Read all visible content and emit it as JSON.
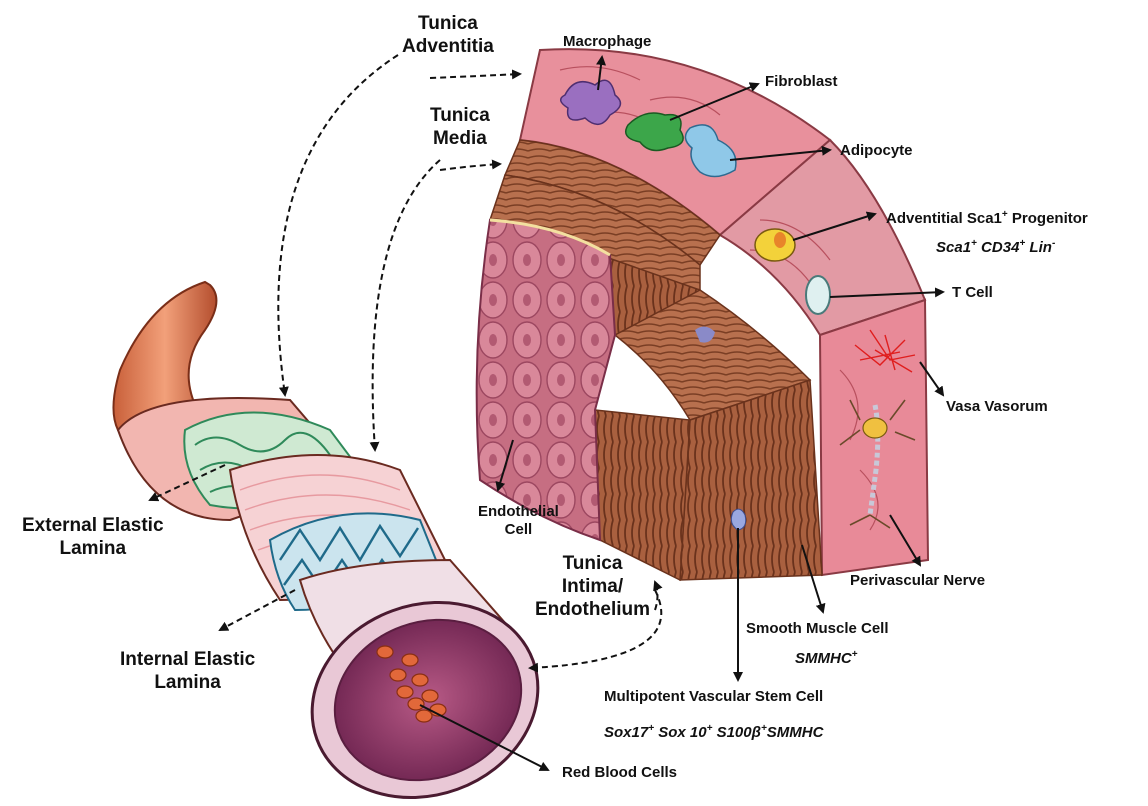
{
  "labels": {
    "tunica_adventitia": [
      "Tunica",
      "Adventitia"
    ],
    "tunica_media": [
      "Tunica",
      "Media"
    ],
    "tunica_intima": [
      "Tunica",
      "Intima/",
      "Endothelium"
    ],
    "external_elastic_lamina": [
      "External Elastic",
      "Lamina"
    ],
    "internal_elastic_lamina": [
      "Internal Elastic",
      "Lamina"
    ],
    "endothelial_cell": [
      "Endothelial",
      "Cell"
    ],
    "macrophage": "Macrophage",
    "fibroblast": "Fibroblast",
    "adipocyte": "Adipocyte",
    "adventitial_progenitor": {
      "text": "Adventitial Sca1",
      "sup": "+",
      "suffix": " Progenitor"
    },
    "progenitor_markers": {
      "a": "Sca1",
      "a_sup": "+",
      "b": " CD34",
      "b_sup": "+",
      "c": " Lin",
      "c_sup": "-"
    },
    "t_cell": "T Cell",
    "vasa_vasorum": "Vasa Vasorum",
    "perivascular_nerve": "Perivascular Nerve",
    "smooth_muscle_cell": "Smooth Muscle Cell",
    "smmhc": {
      "text": "SMMHC",
      "sup": "+"
    },
    "mvsc": "Multipotent Vascular Stem Cell",
    "mvsc_markers": {
      "a": "Sox17",
      "a_sup": "+",
      "b": " Sox 10",
      "b_sup": "+",
      "c": " S100β",
      "c_sup": "+",
      "d": "SMMHC"
    },
    "red_blood_cells": "Red Blood Cells"
  },
  "colors": {
    "adventitia": "#e8909c",
    "media": "#b86a4c",
    "media_dark": "#8a4a30",
    "intima": "#d98aa0",
    "lumen": "#8e3a66",
    "rbc": "#e2683a",
    "macrophage": "#9a6fc0",
    "fibroblast": "#3ca64a",
    "adipocyte": "#8fc8e8",
    "progenitor": "#f3d23a",
    "vasa": "#e01e1e",
    "nerve": "#f0c040",
    "elastic_green": "#2f8a5a",
    "elastic_blue": "#1f6a8a"
  }
}
